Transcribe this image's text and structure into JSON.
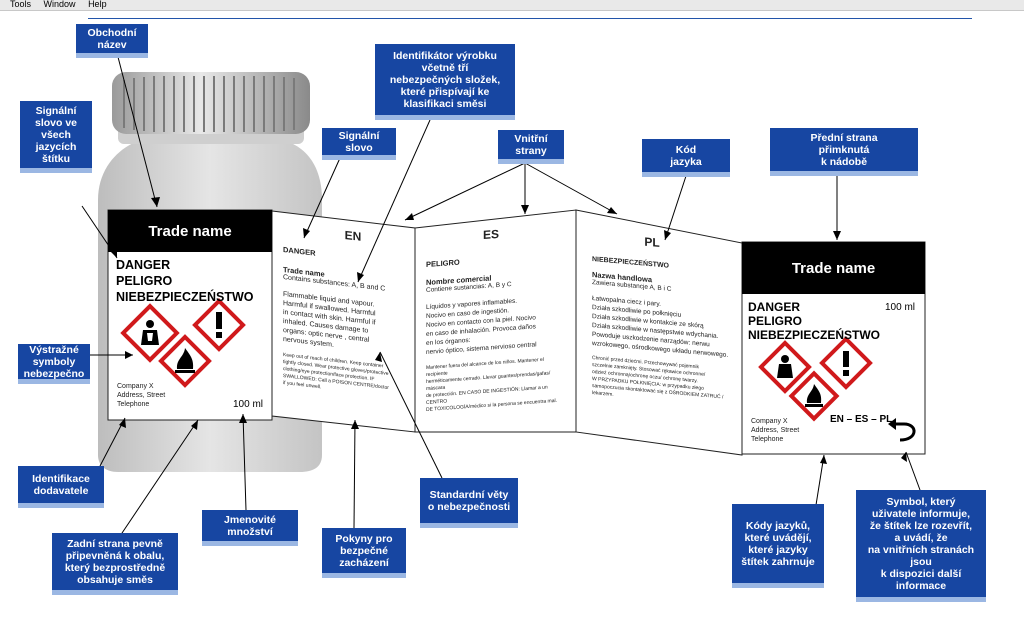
{
  "menu": [
    "Tools",
    "Window",
    "Help"
  ],
  "callouts": {
    "obchodni_nazev": "Obchodní\nnázev",
    "signalni_slovo_jazyky": "Signální\nslovo ve\nvšech\njazycích\nštítku",
    "vystrazne_symboly": "Výstražné\nsymboly\nnebezpečno",
    "identifikace_dodavatele": "Identifikace\ndodavatele",
    "zadni_strana": "Zadní strana pevně\npřipevněná k obalu,\nkterý bezprostředně\nobsahuje směs",
    "jmenovite_mnozstvi": "Jmenovité\nmnožství",
    "pokyny": "Pokyny pro\nbezpečné\nzacházení",
    "standardni_vety": "Standardní věty\no nebezpečnosti",
    "identifikator": "Identifikátor výrobku\nvčetně tří\nnebezpečných složek,\nkteré přispívají ke\nklasifikaci směsi",
    "signalni_slovo": "Signální\nslovo",
    "vnitrni_strany": "Vnitřní\nstrany",
    "kod_jazyka": "Kód\njazyka",
    "predni_strana": "Přední strana\npřimknutá\nk nádobě",
    "kody_jazyku": "Kódy jazyků,\nkteré uvádějí,\nkteré jazyky\nštítek zahrnuje",
    "symbol": "Symbol, který\nuživatele informuje,\nže štítek lze rozevřít,\na uvádí, že\nna vnitřních stranách\njsou\nk dispozici další\ninformace"
  },
  "back_label": {
    "trade_name": "Trade name",
    "words": [
      "DANGER",
      "PELIGRO",
      "NIEBEZPIECZEŃSTWO"
    ],
    "company": [
      "Company X",
      "Address, Street",
      "Telephone"
    ],
    "quantity": "100 ml"
  },
  "panel_en": {
    "code": "EN",
    "signal": "DANGER",
    "product": "Trade name",
    "contains": "Contains substances: A, B and C",
    "hazard": [
      "Flammable liquid and vapour.",
      "Harmful if swallowed. Harmful",
      "in contact with skin. Harmful if",
      "inhaled. Causes damage to",
      "organs: optic nerve , central",
      "nervous system."
    ],
    "precaution": [
      "Keep out of reach of children. Keep container",
      "tightly closed. Wear protective gloves/protective",
      "clothing/eye protection/face protection. IF",
      "SWALLOWED: Call a POISON CENTRE/doctor",
      "if you feel unwell."
    ]
  },
  "panel_es": {
    "code": "ES",
    "signal": "PELIGRO",
    "product": "Nombre comercial",
    "contains": "Contiene sustancias: A, B y C",
    "hazard": [
      "Líquidos y vapores inflamables.",
      "Nocivo en caso de ingestión.",
      "Nocivo en contacto con la piel. Nocivo",
      "en caso de inhalación. Provoca daños",
      "en los órganos:",
      "nervio óptico, sistema nervioso central"
    ],
    "precaution": [
      "Mantener fuera del alcance de los niños. Mantener el",
      "recipiente",
      "herméticamente cerrado. Llevar guantes/prendas/gafas/",
      "máscara",
      "de protección. EN CASO DE INGESTIÓN: Llamar a un",
      "CENTRO",
      "DE TOXICOLOGÍA/médico si la persona se encuentra mal."
    ]
  },
  "panel_pl": {
    "code": "PL",
    "signal": "NIEBEZPIECZEŃSTWO",
    "product": "Nazwa handlowa",
    "contains": "Zawiera substancje A, B i C",
    "hazard": [
      "Łatwopalna ciecz i pary.",
      "Działa szkodliwie po połknięciu",
      "Działa szkodliwie w kontakcie ze skórą",
      "Działa szkodliwie w następstwie wdychania.",
      "Powoduje uszkodzenie narządów: nerwu",
      "wzrokowego, ośrodkowego układu nerwowego."
    ],
    "precaution": [
      "Chronić przed dziećmi. Przechowywać pojemnik",
      "szczelnie zamknięty. Stosować rękawice ochronne/",
      "odzież ochronną/ochronę oczu/ ochronę twarzy.",
      "W PRZYPADKU POŁKNIĘCIA: w przypadku złego",
      "samopoczucia skontaktować się z OŚRODKIEM ZATRUĆ /",
      "lekarzem."
    ]
  },
  "front_label": {
    "trade_name": "Trade name",
    "words": [
      "DANGER",
      "PELIGRO",
      "NIEBEZPIECZEŃSTWO"
    ],
    "quantity": "100 ml",
    "company": [
      "Company X",
      "Address, Street",
      "Telephone"
    ],
    "language_codes": "EN – ES – PL"
  }
}
